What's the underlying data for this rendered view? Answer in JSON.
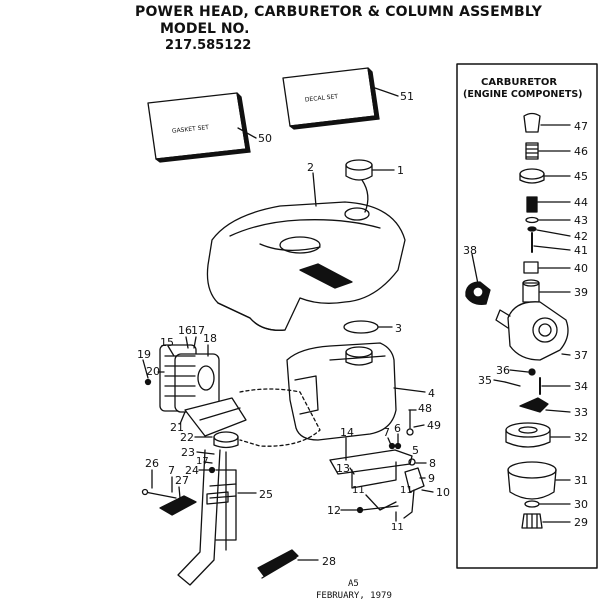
{
  "header": {
    "title": "POWER HEAD, CARBURETOR & COLUMN ASSEMBLY",
    "model_label": "MODEL NO.",
    "model_number": "217.585122"
  },
  "footer": {
    "page_code": "A5",
    "date": "FEBRUARY, 1979"
  },
  "decals": {
    "gasket_set": "GASKET SET",
    "decal_set": "DECAL SET"
  },
  "carburetor_panel": {
    "title_line1": "CARBURETOR",
    "title_line2": "(ENGINE COMPONETS)"
  },
  "part_numbers": {
    "p1": "1",
    "p2": "2",
    "p3": "3",
    "p4": "4",
    "p5": "5",
    "p6": "6",
    "p7": "7",
    "p7b": "7",
    "p8": "8",
    "p9": "9",
    "p10": "10",
    "p11a": "11",
    "p11b": "11",
    "p11c": "11",
    "p12": "12",
    "p13": "13",
    "p14": "14",
    "p15": "15",
    "p16": "16",
    "p17a": "17",
    "p17b": "17",
    "p18": "18",
    "p19": "19",
    "p20": "20",
    "p21": "21",
    "p22": "22",
    "p23": "23",
    "p24": "24",
    "p25": "25",
    "p26": "26",
    "p27": "27",
    "p28": "28",
    "p29": "29",
    "p30": "30",
    "p31": "31",
    "p32": "32",
    "p33": "33",
    "p34": "34",
    "p35": "35",
    "p36": "36",
    "p37": "37",
    "p38": "38",
    "p39": "39",
    "p40": "40",
    "p41": "41",
    "p42": "42",
    "p43": "43",
    "p44": "44",
    "p45": "45",
    "p46": "46",
    "p47": "47",
    "p48": "48",
    "p49": "49",
    "p50": "50",
    "p51": "51"
  }
}
